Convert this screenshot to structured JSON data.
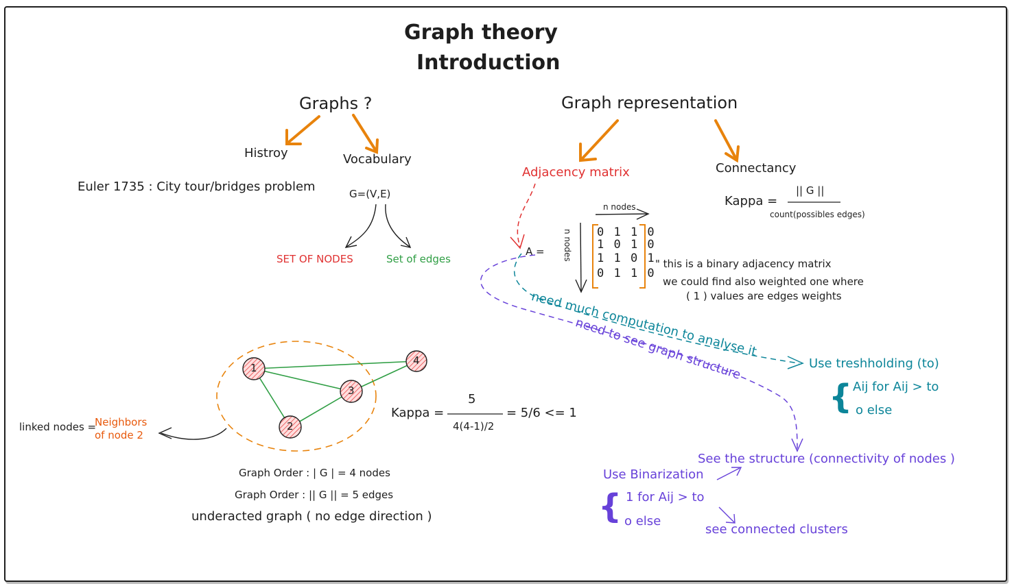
{
  "title": {
    "line1": "Graph theory",
    "line2": "Introduction"
  },
  "left": {
    "heading": "Graphs ?",
    "history": "Histroy",
    "vocabulary": "Vocabulary",
    "euler": "Euler  1735 : City tour/bridges problem",
    "graph_def": "G=(V,E)",
    "set_nodes": "SET OF NODES",
    "set_edges": "Set of edges"
  },
  "right": {
    "heading": "Graph representation",
    "adjacency": "Adjacency matrix",
    "connectancy": "Connectancy",
    "kappa_label": "Kappa =",
    "kappa_num": "|| G ||",
    "kappa_den": "count(possibles edges)",
    "n_nodes_top": "n nodes",
    "n_nodes_side": "n nodes",
    "a_eq": "A =",
    "matrix_rows": [
      "0 1 1 0",
      "1 0 1 0",
      "1 1 0 1",
      "0 1 1 0"
    ],
    "note1": "\" this is a binary adjacency matrix",
    "note2": "we could find also weighted one where",
    "note3": "( 1 ) values are edges weights",
    "computation": "need much computation to analyse it",
    "see_structure": "need to see graph structure",
    "thresholding": "Use treshholding (to)",
    "thr_line1": "Aij for Aij > to",
    "thr_line2": "o else",
    "see_struct_conn": "See the structure (connectivity of nodes )",
    "binarization": "Use Binarization",
    "bin_line1": "1 for Aij > to",
    "bin_line2": "o else",
    "clusters": "see connected clusters"
  },
  "graph": {
    "nodes": [
      "1",
      "4",
      "3",
      "2"
    ],
    "linked": "linked nodes =",
    "neighbors1": "Neighbors",
    "neighbors2": "of node 2",
    "kappa_label": "Kappa =",
    "kappa_num": "5",
    "kappa_den": "4(4-1)/2",
    "kappa_result": "= 5/6 <= 1",
    "order1": "Graph Order :  | G | = 4 nodes",
    "order2": "Graph Order :  || G || = 5 edges",
    "undirected": "underacted graph ( no edge direction )"
  },
  "colors": {
    "ink": "#1e1e1e",
    "arrow_orange": "#e8830c",
    "red": "#e03131",
    "green": "#2f9e44",
    "teal": "#0c8599",
    "purple": "#6741d9",
    "node_fill": "#ffc9c9"
  }
}
